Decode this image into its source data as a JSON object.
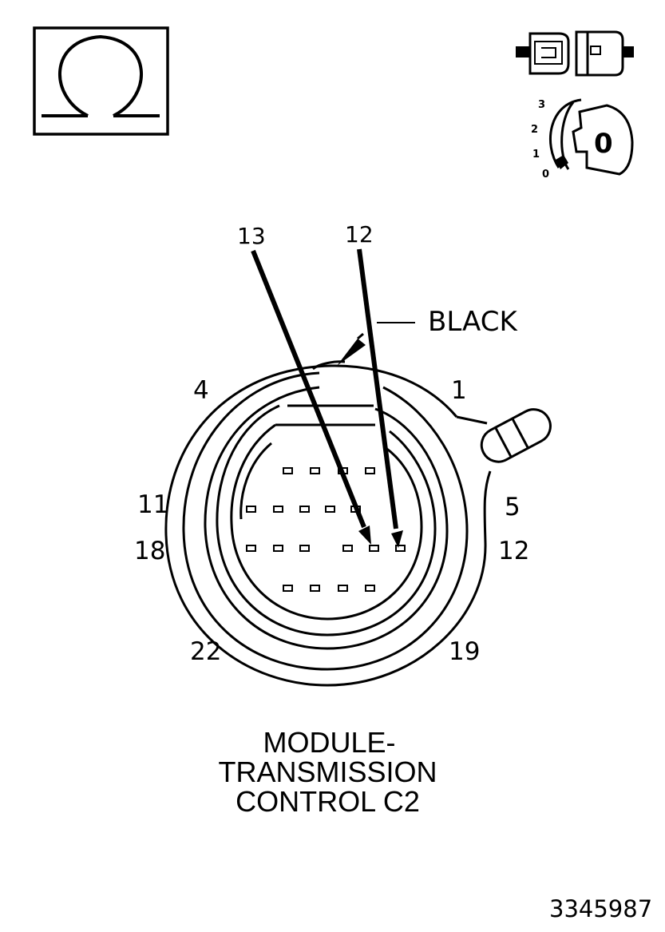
{
  "meter_icon": {
    "symbol": "Ω",
    "name": "ohmmeter-icon"
  },
  "connector_state_icon": {
    "name": "connector-disconnected-icon"
  },
  "ignition_icon": {
    "name": "ignition-key-icon",
    "positions": [
      "3",
      "2",
      "1",
      "0"
    ],
    "key_label": "0"
  },
  "probes": {
    "left": "13",
    "right": "12"
  },
  "connector": {
    "color_label": "BLACK",
    "pin_labels": {
      "top_left": "4",
      "top_right": "1",
      "mid_left_1": "11",
      "mid_right_1": "5",
      "mid_left_2": "18",
      "mid_right_2": "12",
      "bottom_left": "22",
      "bottom_right": "19"
    }
  },
  "title": {
    "line1": "MODULE-",
    "line2": "TRANSMISSION",
    "line3": "CONTROL C2"
  },
  "figure_number": "3345987"
}
